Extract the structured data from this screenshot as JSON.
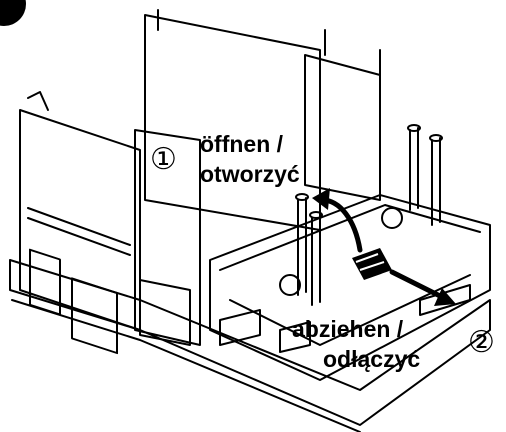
{
  "step": {
    "number": "1"
  },
  "callouts": [
    {
      "marker": "①",
      "line1": "öffnen /",
      "line2": "otworzyć"
    },
    {
      "marker": "②",
      "line1": "abziehen /",
      "line2": "odłączyć"
    }
  ],
  "colors": {
    "ink": "#000000",
    "paper": "#ffffff"
  }
}
